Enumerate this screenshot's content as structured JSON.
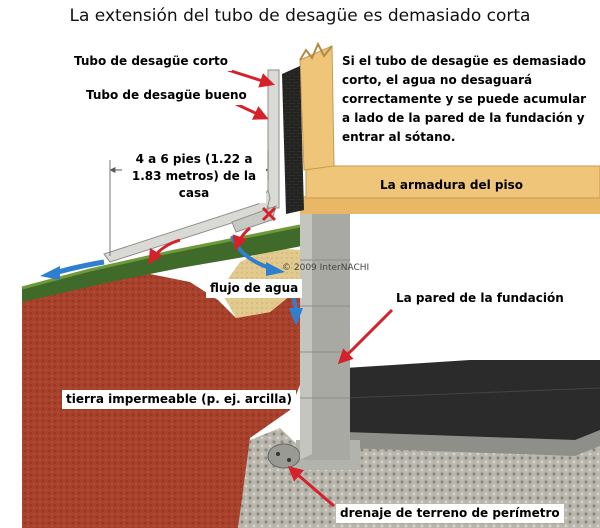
{
  "title": "La extensión del tubo de desagüe es demasiado corta",
  "labels": {
    "short_pipe": "Tubo de desagüe corto",
    "good_pipe": "Tubo de desagüe bueno",
    "distance": "4 a 6 pies (1.22 a 1.83 metros) de la casa",
    "note": "Si el tubo de desagüe es demasiado corto, el agua no desaguará correctamente y se puede acumular a lado de la pared de la fundación y entrar al sótano.",
    "floor_framing": "La armadura del piso",
    "water_flow": "flujo de agua",
    "foundation_wall": "La pared de la fundación",
    "impermeable_soil": "tierra impermeable (p. ej. arcilla)",
    "perimeter_drain": "drenaje de terreno de perímetro"
  },
  "watermark": "© 2009 InterNACHI",
  "colors": {
    "arrow": "#d4212a",
    "soil": "#a8412c",
    "concrete": "#a9a9a4",
    "wood": "#efc57a",
    "slab": "#2b2b2b",
    "water": "#2f7fd0",
    "grass": "#3f6a2a"
  }
}
